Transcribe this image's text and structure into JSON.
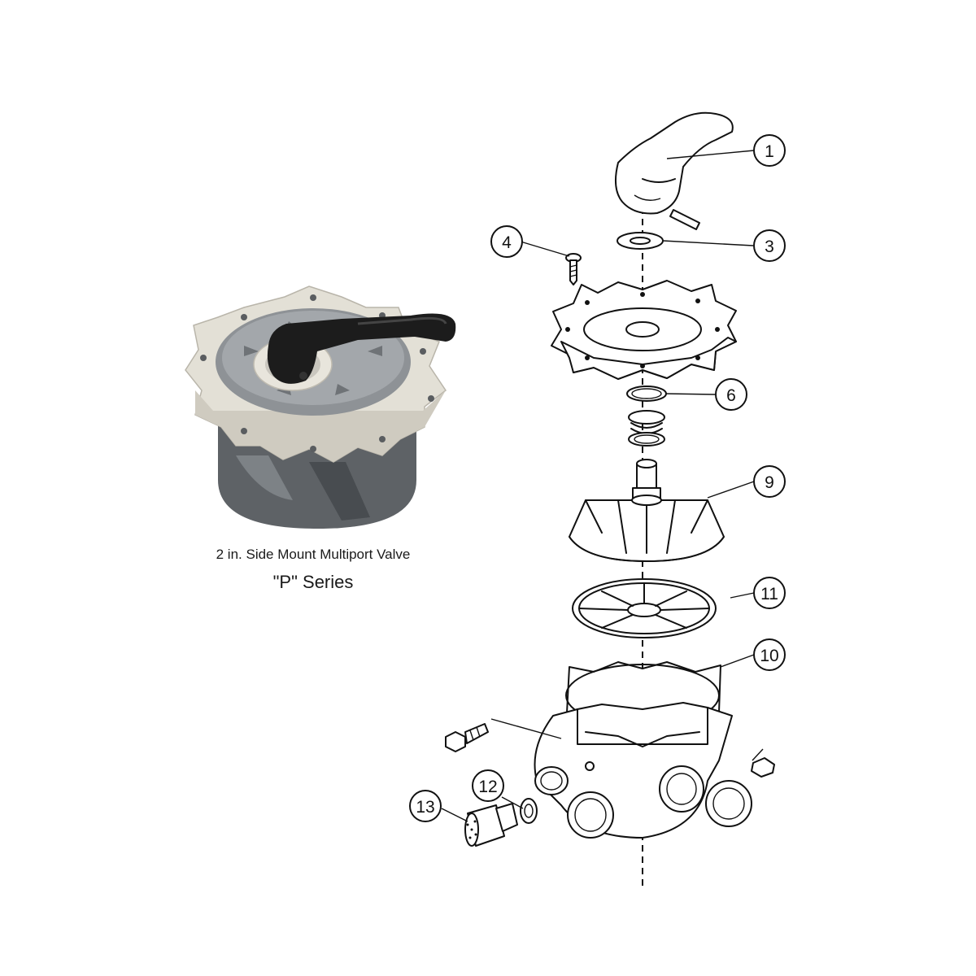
{
  "product": {
    "caption_line1": "2 in. Side Mount Multiport Valve",
    "caption_line2": "\"P\" Series"
  },
  "callouts": [
    {
      "id": "1",
      "label": "1"
    },
    {
      "id": "3",
      "label": "3"
    },
    {
      "id": "4",
      "label": "4"
    },
    {
      "id": "6",
      "label": "6"
    },
    {
      "id": "9",
      "label": "9"
    },
    {
      "id": "11",
      "label": "11"
    },
    {
      "id": "10",
      "label": "10"
    },
    {
      "id": "12",
      "label": "12"
    },
    {
      "id": "13",
      "label": "13"
    }
  ],
  "colors": {
    "line": "#111111",
    "valve_dark": "#1c1c1c",
    "valve_cream": "#e4e1d7",
    "valve_grey": "#8d9195",
    "valve_body": "#5b5f63"
  }
}
